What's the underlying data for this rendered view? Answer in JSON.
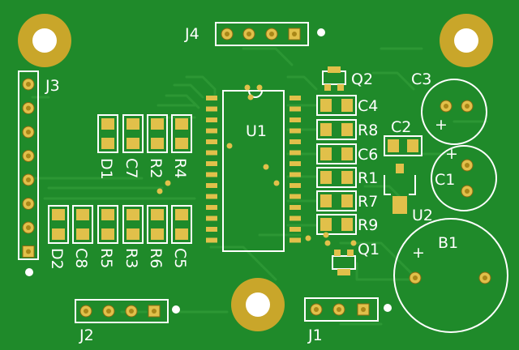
{
  "board": {
    "colors": {
      "substrate": "#1f8a2a",
      "trace": "#2f9b36",
      "traceDark": "#1b6f23",
      "gold": "#c9a62a",
      "goldLight": "#e1c04a",
      "silk": "#ffffff"
    }
  },
  "labels": {
    "J1": "J1",
    "J2": "J2",
    "J3": "J3",
    "J4": "J4",
    "U1": "U1",
    "U2": "U2",
    "Q1": "Q1",
    "Q2": "Q2",
    "C1": "C1",
    "C2": "C2",
    "C3": "C3",
    "C4": "C4",
    "C5": "C5",
    "C6": "C6",
    "C7": "C7",
    "C8": "C8",
    "R1": "R1",
    "R2": "R2",
    "R3": "R3",
    "R4": "R4",
    "R5": "R5",
    "R6": "R6",
    "R7": "R7",
    "R8": "R8",
    "R9": "R9",
    "D1": "D1",
    "D2": "D2",
    "B1": "B1",
    "plus": "+"
  }
}
